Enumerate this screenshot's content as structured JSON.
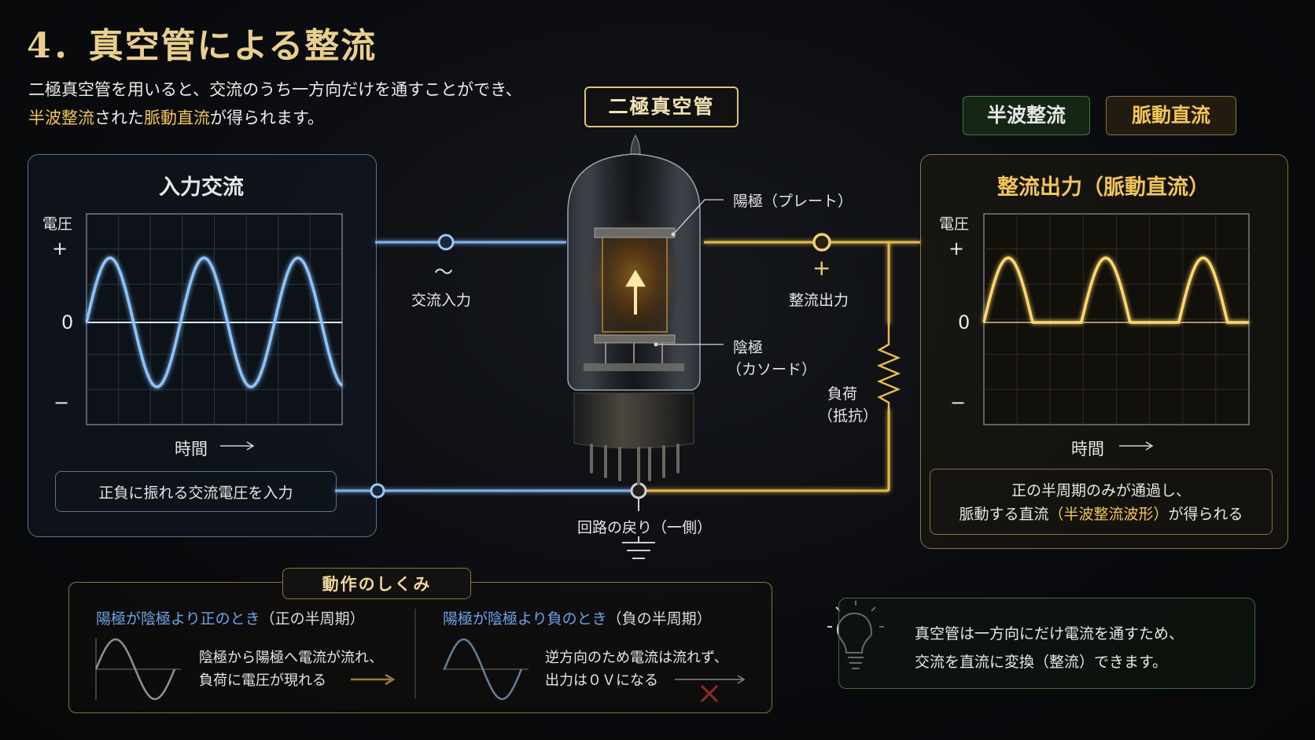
{
  "title": "4．真空管による整流",
  "intro": {
    "line1": "二極真空管を用いると、交流のうち一方向だけを通すことができ、",
    "line2_a": "半波整流",
    "line2_b": "された",
    "line2_c": "脈動直流",
    "line2_d": "が得られます。"
  },
  "badges": {
    "tube": "二極真空管",
    "half_wave": "半波整流",
    "pulsating": "脈動直流"
  },
  "input_panel": {
    "title": "入力交流",
    "y_label": "電圧",
    "plus": "+",
    "zero": "0",
    "minus": "−",
    "x_label": "時間",
    "note": "正負に振れる交流電圧を入力"
  },
  "output_panel": {
    "title": "整流出力（脈動直流）",
    "y_label": "電圧",
    "plus": "+",
    "zero": "0",
    "minus": "−",
    "x_label": "時間",
    "note_line1": "正の半周期のみが通過し、",
    "note_line2_a": "脈動する直流",
    "note_line2_b": "（半波整流波形）",
    "note_line2_c": "が得られる"
  },
  "circuit": {
    "ac_symbol": "〜",
    "ac_input": "交流入力",
    "plus": "+",
    "rect_output": "整流出力",
    "anode": "陽極（プレート）",
    "cathode_1": "陰極",
    "cathode_2": "（カソード）",
    "load_1": "負荷",
    "load_2": "（抵抗）",
    "return": "回路の戻り（一側）"
  },
  "how": {
    "title": "動作のしくみ",
    "pos_head_a": "陽極が陰極より正のとき",
    "pos_head_b": "（正の半周期）",
    "pos_line1": "陰極から陽極へ電流が流れ、",
    "pos_line2": "負荷に電圧が現れる",
    "neg_head_a": "陽極が陰極より負のとき",
    "neg_head_b": "（負の半周期）",
    "neg_line1": "逆方向のため電流は流れず、",
    "neg_line2": "出力は０Ｖになる"
  },
  "tip": {
    "line1": "真空管は一方向にだけ電流を通すため、",
    "line2": "交流を直流に変換（整流）できます。"
  },
  "icons": [
    "lightbulb-icon",
    "ground-icon",
    "resistor-icon",
    "arrow-right-icon",
    "cross-icon",
    "up-arrow-icon"
  ],
  "colors": {
    "gold": "#f2c45a",
    "blue": "#6fa3e8",
    "green": "#3f6b3c"
  }
}
